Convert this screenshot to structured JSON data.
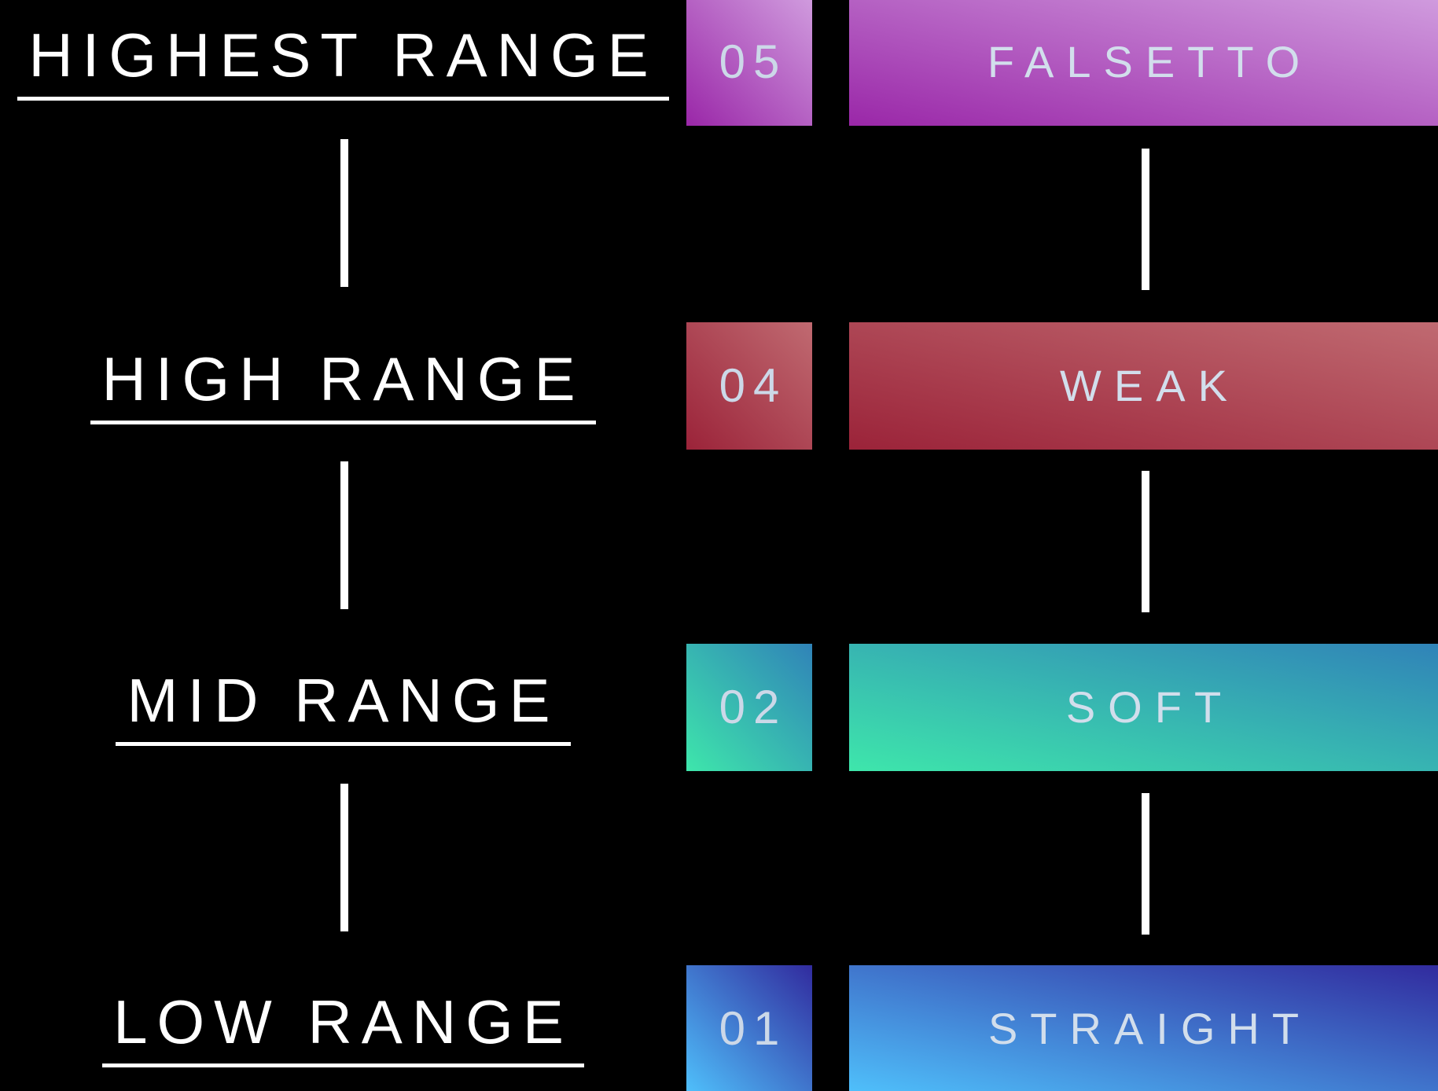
{
  "diagram": {
    "title": "vocal-range-infographic",
    "background_color": "#000000",
    "label_text_color": "#ffffff",
    "value_text_color": "#d2deec",
    "number_text_color": "#ccd8e8",
    "connector_color": "#ffffff",
    "rows": [
      {
        "label": "HIGHEST RANGE",
        "number": "05",
        "value": "FALSETTO",
        "gradient_from": "#9a27a8",
        "gradient_to": "#d09bde"
      },
      {
        "label": "HIGH RANGE",
        "number": "04",
        "value": "WEAK",
        "gradient_from": "#9b2339",
        "gradient_to": "#c06a71"
      },
      {
        "label": "MID RANGE",
        "number": "02",
        "value": "SOFT",
        "gradient_from": "#3ee6ab",
        "gradient_to": "#3083b8"
      },
      {
        "label": "LOW RANGE",
        "number": "01",
        "value": "STRAIGHT",
        "gradient_from": "#4fc0fb",
        "gradient_to": "#312b9e"
      }
    ]
  }
}
